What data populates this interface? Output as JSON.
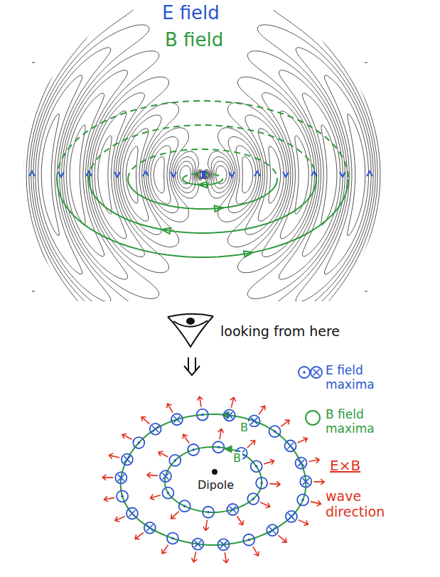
{
  "diagram": {
    "labels": [
      "E field",
      "B field",
      "looking from here",
      "B",
      "B",
      "Dipole",
      "E×B",
      "wave direction"
    ],
    "legend": [
      {
        "text": "E field maxima"
      },
      {
        "text": "B field maxima"
      }
    ]
  }
}
